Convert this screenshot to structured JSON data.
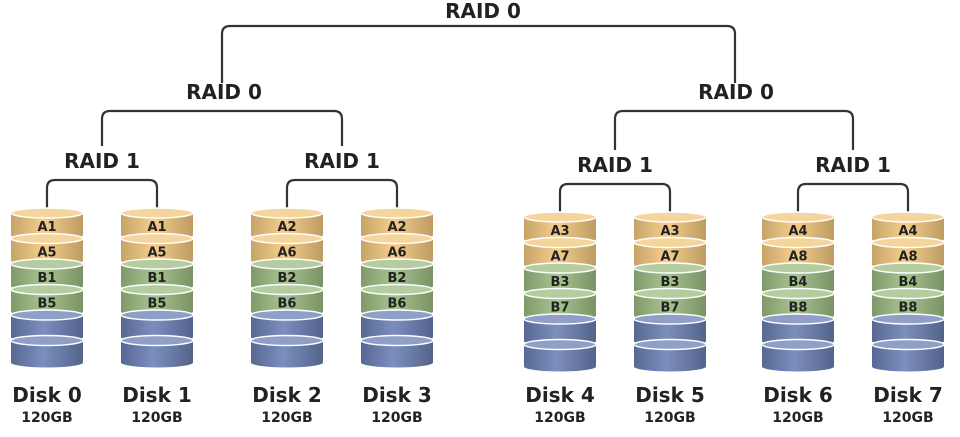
{
  "colors": {
    "a_block": "#f2c77e",
    "b_block": "#9cbb82",
    "empty_block": "#6a7fb4",
    "connector": "#333333",
    "text": "#222222"
  },
  "root": {
    "label": "RAID 0"
  },
  "groups": [
    {
      "label": "RAID 0",
      "pairs": [
        {
          "label": "RAID 1",
          "disks": [
            {
              "name": "Disk 0",
              "size": "120GB",
              "blocks": [
                "A1",
                "A5",
                "B1",
                "B5"
              ]
            },
            {
              "name": "Disk 1",
              "size": "120GB",
              "blocks": [
                "A1",
                "A5",
                "B1",
                "B5"
              ]
            }
          ]
        },
        {
          "label": "RAID 1",
          "disks": [
            {
              "name": "Disk 2",
              "size": "120GB",
              "blocks": [
                "A2",
                "A6",
                "B2",
                "B6"
              ]
            },
            {
              "name": "Disk 3",
              "size": "120GB",
              "blocks": [
                "A2",
                "A6",
                "B2",
                "B6"
              ]
            }
          ]
        }
      ]
    },
    {
      "label": "RAID 0",
      "pairs": [
        {
          "label": "RAID 1",
          "disks": [
            {
              "name": "Disk 4",
              "size": "120GB",
              "blocks": [
                "A3",
                "A7",
                "B3",
                "B7"
              ]
            },
            {
              "name": "Disk 5",
              "size": "120GB",
              "blocks": [
                "A3",
                "A7",
                "B3",
                "B7"
              ]
            }
          ]
        },
        {
          "label": "RAID 1",
          "disks": [
            {
              "name": "Disk 6",
              "size": "120GB",
              "blocks": [
                "A4",
                "A8",
                "B4",
                "B8"
              ]
            },
            {
              "name": "Disk 7",
              "size": "120GB",
              "blocks": [
                "A4",
                "A8",
                "B4",
                "B8"
              ]
            }
          ]
        }
      ]
    }
  ]
}
